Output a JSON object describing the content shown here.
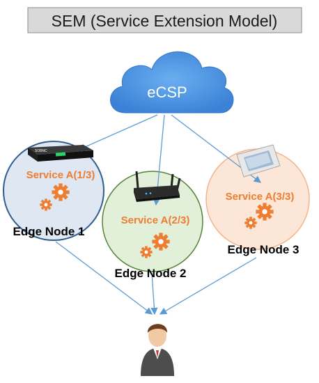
{
  "title": "SEM (Service Extension Model)",
  "cloud": {
    "label": "eCSP",
    "color": "#4a90e2"
  },
  "services": [
    {
      "label": "Service A(1/3)"
    },
    {
      "label": "Service A(2/3)"
    },
    {
      "label": "Service A(3/3)"
    }
  ],
  "nodes": [
    {
      "label": "Edge Node 1"
    },
    {
      "label": "Edge Node 2"
    },
    {
      "label": "Edge Node 3"
    }
  ],
  "colors": {
    "service_text": "#ed7d31",
    "gear": "#ed7d31",
    "node1_border": "#2e5d8e",
    "node2_border": "#548235",
    "node3_border": "#f4b183",
    "arrow": "#5b9bd5"
  },
  "icons": [
    "cloud-icon",
    "set-top-box-icon",
    "router-icon",
    "tablet-icon",
    "gear-icon",
    "user-icon"
  ]
}
